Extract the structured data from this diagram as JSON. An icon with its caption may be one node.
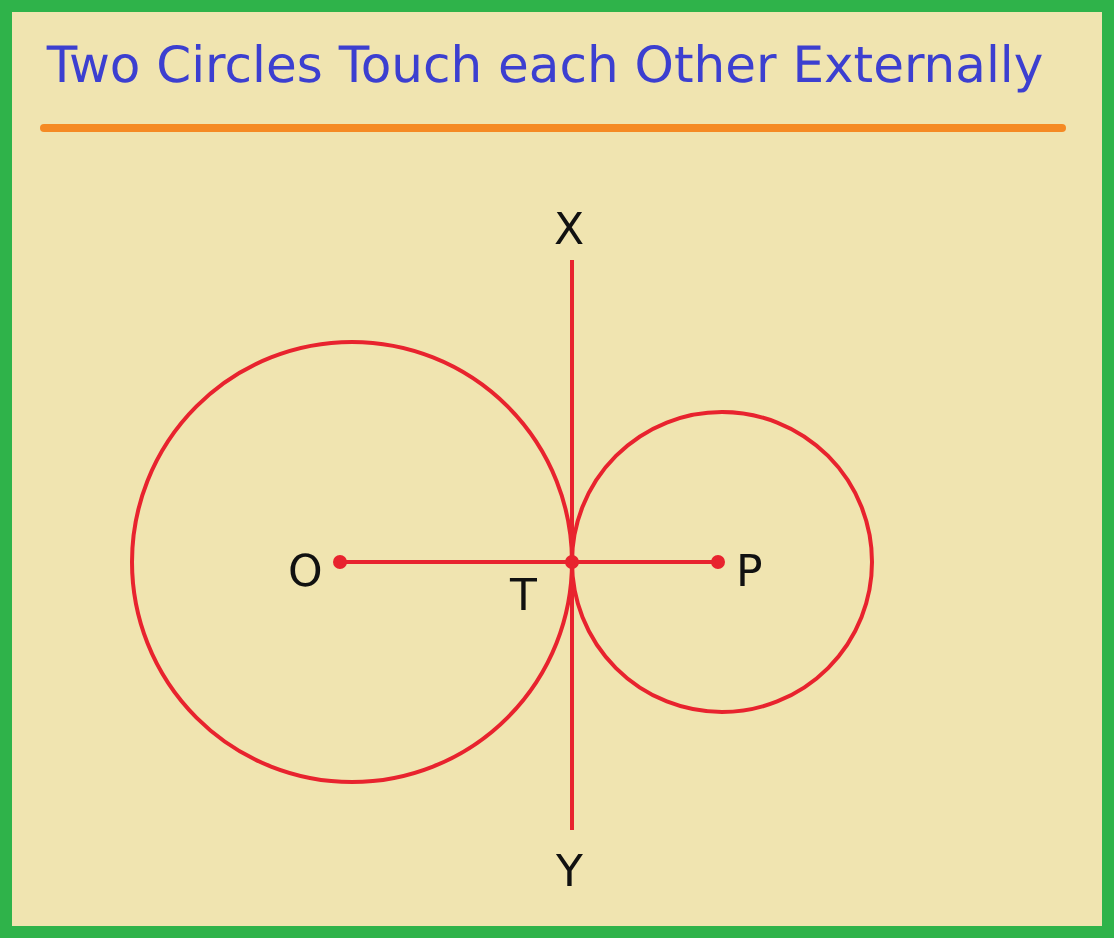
{
  "diagram": {
    "title": "Two Circles Touch each Other Externally",
    "labels": [
      "X",
      "O",
      "T",
      "P",
      "Y"
    ]
  }
}
